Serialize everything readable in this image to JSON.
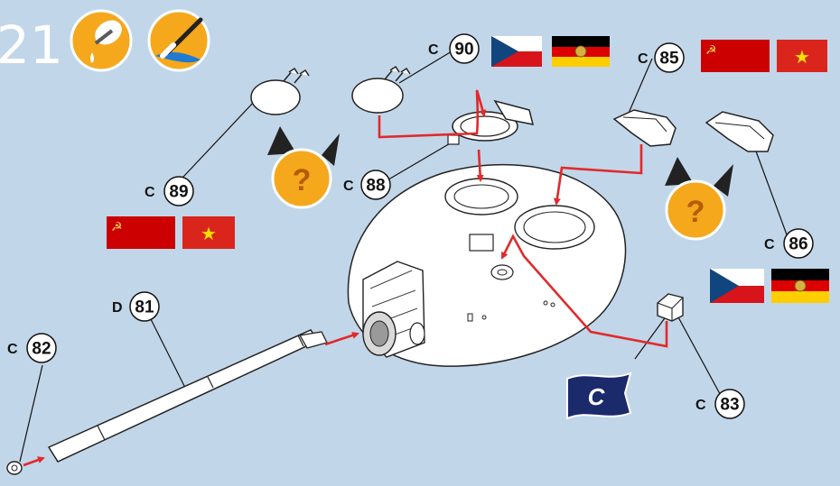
{
  "step_number": "21",
  "icons": {
    "glue": "glue-drop-icon",
    "paint": "paint-brush-icon",
    "choice": "question-mark-icon",
    "sprue": "sprue-c-flag-icon"
  },
  "parts": [
    {
      "id": "p90",
      "sprue": "C",
      "number": "90"
    },
    {
      "id": "p85",
      "sprue": "C",
      "number": "85"
    },
    {
      "id": "p89",
      "sprue": "C",
      "number": "89"
    },
    {
      "id": "p88",
      "sprue": "C",
      "number": "88"
    },
    {
      "id": "p86",
      "sprue": "C",
      "number": "86"
    },
    {
      "id": "p81",
      "sprue": "D",
      "number": "81"
    },
    {
      "id": "p82",
      "sprue": "C",
      "number": "82"
    },
    {
      "id": "p83",
      "sprue": "C",
      "number": "83"
    }
  ],
  "question_mark": "?",
  "sprue_flag_letter": "C",
  "flags": {
    "czechoslovakia": "czechoslovakia-flag",
    "east_germany": "east-germany-flag",
    "soviet_union": "soviet-union-flag",
    "vietnam": "vietnam-flag"
  },
  "colors": {
    "background": "#c2d6e9",
    "arrow": "#e02a2a",
    "icon_bg": "#f5a81c",
    "sprue_flag": "#1b2a6b"
  }
}
